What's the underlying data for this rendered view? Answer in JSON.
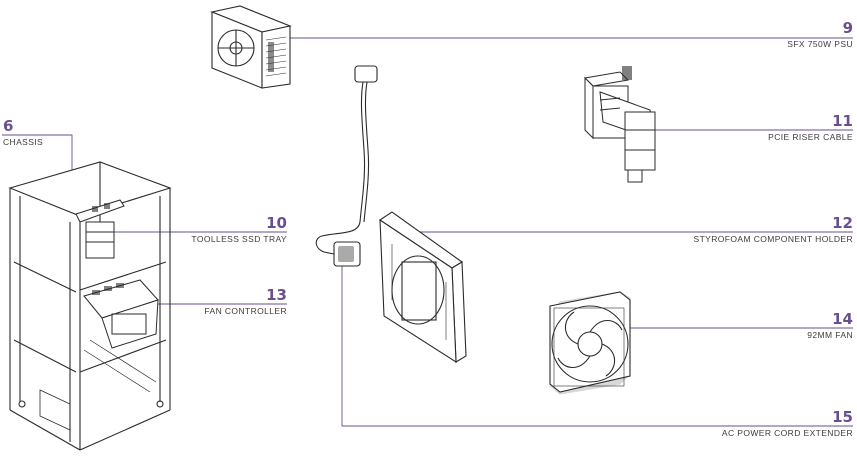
{
  "colors": {
    "accent": "#6a4f8e",
    "line": "#6a4f8e",
    "drawing": "#2b2b2b"
  },
  "callouts": [
    {
      "number": "9",
      "label": "SFX 750W PSU"
    },
    {
      "number": "11",
      "label": "PCIE RISER CABLE"
    },
    {
      "number": "6",
      "label": "CHASSIS"
    },
    {
      "number": "10",
      "label": "TOOLLESS SSD TRAY"
    },
    {
      "number": "12",
      "label": "STYROFOAM COMPONENT HOLDER"
    },
    {
      "number": "13",
      "label": "FAN CONTROLLER"
    },
    {
      "number": "14",
      "label": "92MM FAN"
    },
    {
      "number": "15",
      "label": "AC POWER CORD EXTENDER"
    }
  ],
  "parts": [
    {
      "icon": "psu-icon"
    },
    {
      "icon": "riser-cable-icon"
    },
    {
      "icon": "chassis-icon"
    },
    {
      "icon": "ssd-tray-icon"
    },
    {
      "icon": "styrofoam-holder-icon"
    },
    {
      "icon": "fan-controller-icon"
    },
    {
      "icon": "fan-icon"
    },
    {
      "icon": "power-cord-icon"
    }
  ]
}
